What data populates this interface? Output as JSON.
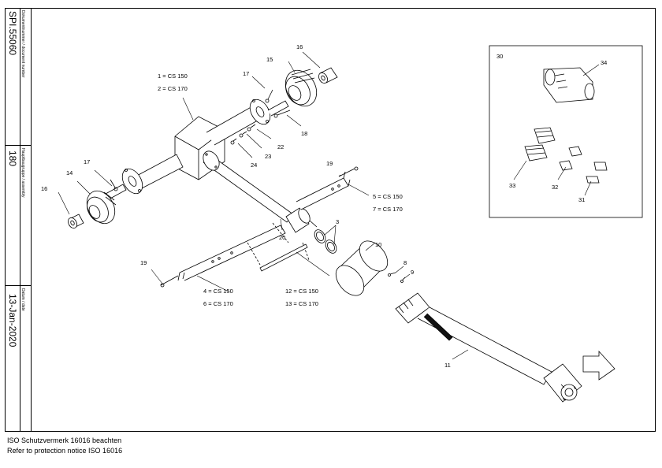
{
  "titleblock": {
    "document_number_label": "Dokumentnummer / document number",
    "document_number": "SPI.55060",
    "main_group_label": "Hauptbaugruppe / assembly",
    "main_group": "180",
    "date_label": "Datum / date",
    "date": "13-Jan-2020"
  },
  "callouts": {
    "c1": "1 = CS 150",
    "c2": "2 = CS 170",
    "c3": "3",
    "c4": "4 = CS 150",
    "c5": "5 = CS 150",
    "c6": "6 = CS 170",
    "c7": "7 = CS 170",
    "c8": "8",
    "c9": "9",
    "c10": "10",
    "c11": "11",
    "c12": "12 = CS 150",
    "c13": "13 = CS 170",
    "c14": "14",
    "c15": "15",
    "c16a": "16",
    "c16b": "16",
    "c17a": "17",
    "c17b": "17",
    "c18": "18",
    "c19a": "19",
    "c19b": "19",
    "c20": "20",
    "c22": "22",
    "c23": "23",
    "c24": "24",
    "c30": "30",
    "c31": "31",
    "c32": "32",
    "c33": "33",
    "c34": "34"
  },
  "footer": {
    "line1": "ISO Schutzvermerk 16016 beachten",
    "line2": "Refer to protection notice ISO 16016"
  }
}
